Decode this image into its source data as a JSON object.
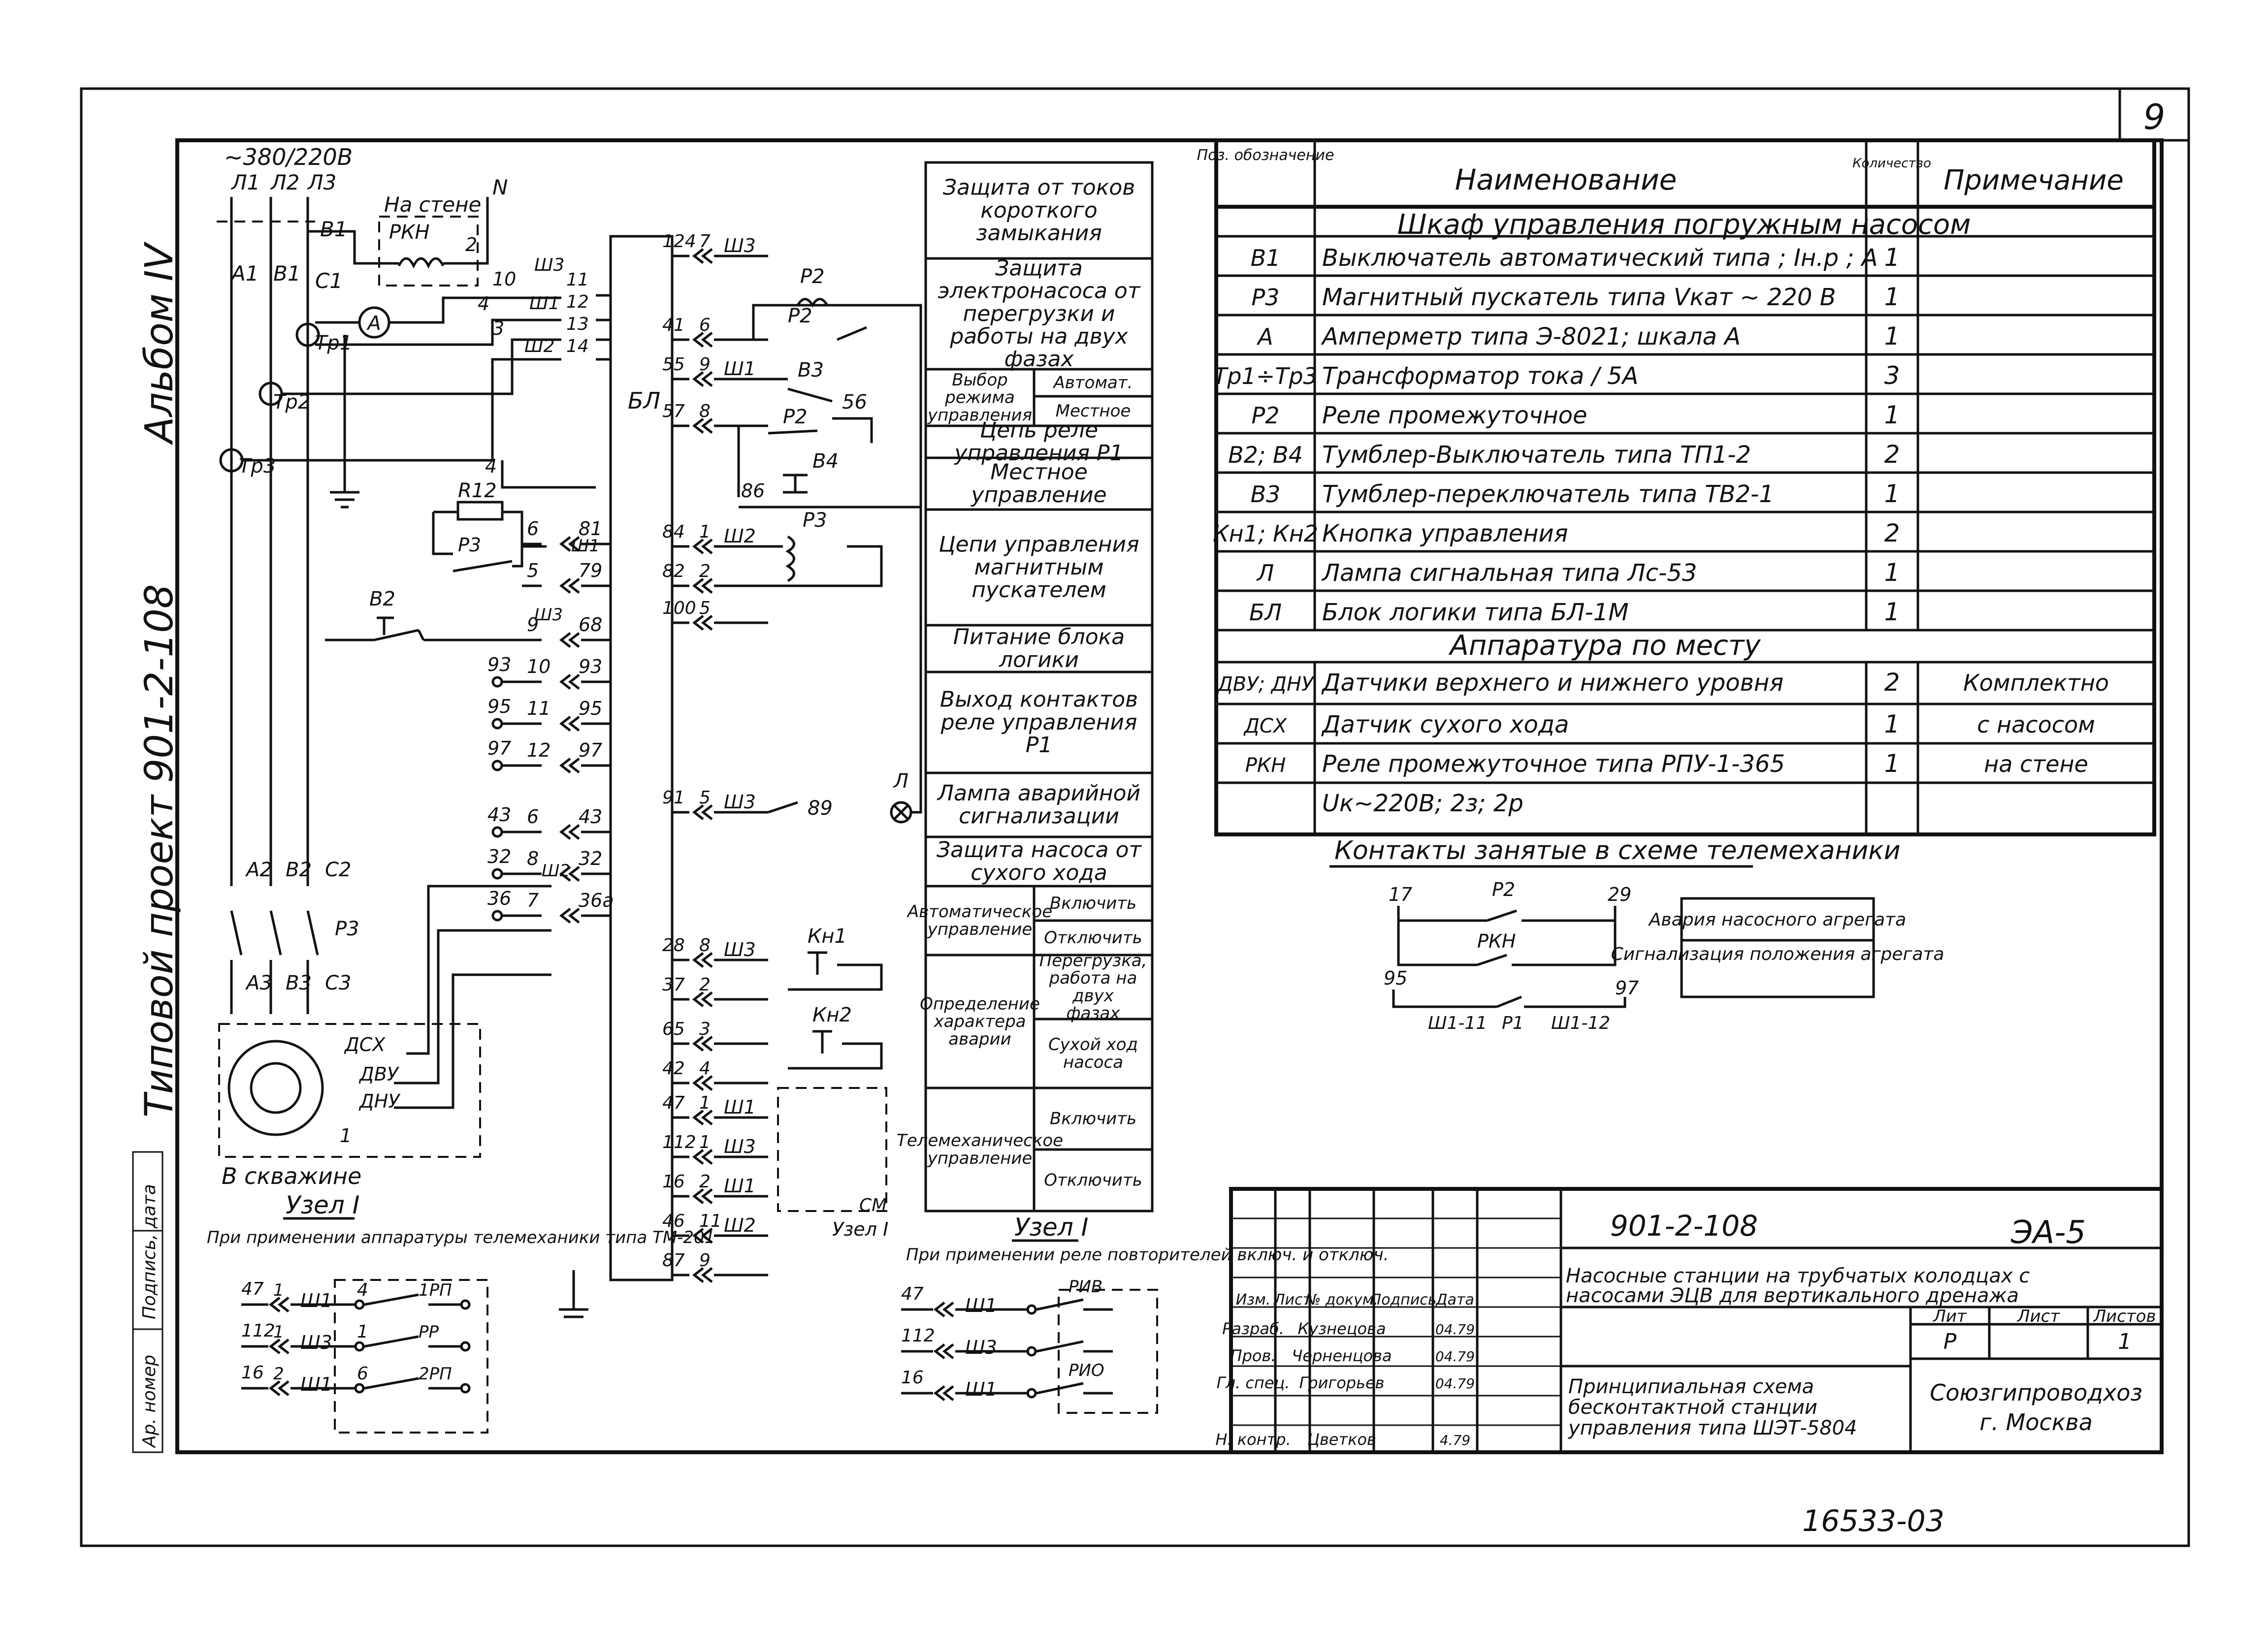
{
  "sheet_number": "9",
  "album_label": "Альбом IV",
  "project_label": "Типовой проект 901-2-108",
  "left_stamp_labels": [
    "Подпись, дата",
    "Ар. номер"
  ],
  "power": {
    "supply": "~380/220В",
    "phases": [
      "Л1",
      "Л2",
      "Л3"
    ],
    "breaker": "В1",
    "top_terminals": [
      "А1",
      "В1",
      "С1"
    ],
    "ct_labels": [
      "Тр1",
      "Тр2",
      "Тр3"
    ],
    "ammeter": "А",
    "rkn_box": "На стене",
    "rkn": "РКН",
    "n_label": "N",
    "lower_terminals": [
      "А2",
      "В2",
      "С2"
    ],
    "p3_label": "Р3",
    "motor_terminals": [
      "А3",
      "В3",
      "С3"
    ],
    "sensors": [
      "ДСХ",
      "ДВУ",
      "ДНУ"
    ],
    "well_label": "В скважине",
    "ground_num": "1"
  },
  "wires_left": {
    "nums": [
      "10",
      "4",
      "3",
      "4",
      "2",
      "14",
      "11",
      "12",
      "13",
      "14",
      "1",
      "81",
      "79",
      "68",
      "93",
      "95",
      "97",
      "43",
      "32",
      "36a"
    ],
    "r12": "R12",
    "b2": "В2",
    "connectors": [
      "Ш3",
      "Ш1",
      "Ш2",
      "Ш1",
      "Ш3",
      "Ш2"
    ],
    "rows": [
      {
        "l": "6",
        "r": "81"
      },
      {
        "l": "5",
        "r": "79"
      },
      {
        "l": "9",
        "r": "68"
      },
      {
        "l": "10",
        "a": "93",
        "r": "93"
      },
      {
        "l": "11",
        "a": "95",
        "r": "95"
      },
      {
        "l": "12",
        "a": "97",
        "r": "97"
      },
      {
        "l": "6",
        "a": "43",
        "r": "43"
      },
      {
        "l": "8",
        "a": "32",
        "r": "32"
      },
      {
        "l": "7",
        "a": "36",
        "r": "36a"
      }
    ],
    "p3_label": "Р3"
  },
  "bl_label": "БЛ",
  "right_wires": {
    "rows": [
      {
        "n": "124",
        "c": "7",
        "k": "Ш3"
      },
      {
        "n": "41",
        "c": "6"
      },
      {
        "n": "55",
        "c": "9",
        "k": "Ш1"
      },
      {
        "n": "57",
        "c": "8"
      },
      {
        "n": "84",
        "c": "1",
        "k": "Ш2"
      },
      {
        "n": "82",
        "c": "2"
      },
      {
        "n": "100",
        "c": "5"
      },
      {
        "n": "91",
        "c": "5",
        "k": "Ш3"
      },
      {
        "n": "28",
        "c": "8",
        "k": "Ш3"
      },
      {
        "n": "37",
        "c": "2"
      },
      {
        "n": "65",
        "c": "3"
      },
      {
        "n": "42",
        "c": "4"
      },
      {
        "n": "47",
        "c": "1",
        "k": "Ш1"
      },
      {
        "n": "112",
        "c": "1",
        "k": "Ш3"
      },
      {
        "n": "16",
        "c": "2",
        "k": "Ш1"
      },
      {
        "n": "46",
        "c": "11",
        "k": "Ш2"
      },
      {
        "n": "87",
        "c": "9"
      }
    ],
    "elements": [
      "Р2",
      "Р2",
      "В3",
      "56",
      "Р2",
      "В4",
      "86",
      "Р3",
      "89",
      "Л",
      "Кн1",
      "Кн2",
      "СМ",
      "Узел I"
    ]
  },
  "function_blocks": [
    "Защита от токов короткого замыкания",
    "Защита электронасоса от перегрузки и работы на двух фазах",
    "Выбор режима управления",
    "Автомат.",
    "Местное",
    "Цепь реле управления Р1",
    "Местное управление",
    "Цепи управления магнитным пускателем",
    "Питание блока логики",
    "Выход контактов реле управления Р1",
    "Лампа аварийной сигнализации",
    "Защита насоса от сухого хода",
    "Автоматическое управление",
    "Включить",
    "Отключить",
    "Определение характера аварии",
    "Перегрузка, работа на двух фазах",
    "Сухой ход насоса",
    "Телемеханическое управление",
    "Включить",
    "Отключить"
  ],
  "bom": {
    "headers": [
      "Поз. обозначение",
      "Наименование",
      "Количество",
      "Примечание"
    ],
    "section1": "Шкаф управления погружным насосом",
    "rows": [
      {
        "pos": "В1",
        "name": "Выключатель автоматический типа ; Iн.р ; А",
        "qty": "1",
        "note": ""
      },
      {
        "pos": "Р3",
        "name": "Магнитный пускатель типа Vкат ~ 220 В",
        "qty": "1",
        "note": ""
      },
      {
        "pos": "А",
        "name": "Амперметр типа Э-8021; шкала А",
        "qty": "1",
        "note": ""
      },
      {
        "pos": "Тр1÷Тр3",
        "name": "Трансформатор тока / 5А",
        "qty": "3",
        "note": ""
      },
      {
        "pos": "Р2",
        "name": "Реле промежуточное",
        "qty": "1",
        "note": ""
      },
      {
        "pos": "В2; В4",
        "name": "Тумблер-Выключатель типа ТП1-2",
        "qty": "2",
        "note": ""
      },
      {
        "pos": "В3",
        "name": "Тумблер-переключатель типа ТВ2-1",
        "qty": "1",
        "note": ""
      },
      {
        "pos": "Кн1; Кн2",
        "name": "Кнопка управления",
        "qty": "2",
        "note": ""
      },
      {
        "pos": "Л",
        "name": "Лампа сигнальная типа Лс-53",
        "qty": "1",
        "note": ""
      },
      {
        "pos": "БЛ",
        "name": "Блок логики типа БЛ-1М",
        "qty": "1",
        "note": ""
      }
    ],
    "section2": "Аппаратура по месту",
    "rows2": [
      {
        "pos": "ДВУ; ДНУ",
        "name": "Датчики верхнего и нижнего уровня",
        "qty": "2",
        "note": "Комплектно"
      },
      {
        "pos": "ДСХ",
        "name": "Датчик сухого хода",
        "qty": "1",
        "note": "с насосом"
      },
      {
        "pos": "РКН",
        "name": "Реле промежуточное типа РПУ-1-365",
        "qty": "1",
        "note": "на стене"
      },
      {
        "pos": "",
        "name": "Uк~220В; 2з; 2р",
        "qty": "",
        "note": ""
      }
    ]
  },
  "telemech": {
    "title": "Контакты занятые в схеме телемеханики",
    "nodes": [
      "17",
      "Р2",
      "29",
      "РКН",
      "95",
      "97",
      "Ш1-11",
      "Р1",
      "Ш1-12"
    ],
    "labels": [
      "Авария насосного агрегата",
      "Сигнализация положения агрегата"
    ]
  },
  "node1_left": {
    "title": "Узел I",
    "subtitle": "При применении аппаратуры телемеханики типа ТМ-201",
    "rows": [
      {
        "n": "47",
        "c": "1",
        "k": "Ш1",
        "t": "4",
        "r": "1РП"
      },
      {
        "n": "112",
        "c": "1",
        "k": "Ш3",
        "t": "1",
        "r": "РР"
      },
      {
        "n": "16",
        "c": "2",
        "k": "Ш1",
        "t": "6",
        "r": "2РП"
      }
    ]
  },
  "node1_mid": {
    "title": "Узел I",
    "subtitle": "При применении реле повторителей включ. и отключ.",
    "rows": [
      {
        "n": "47",
        "k": "Ш1",
        "r": "РИВ"
      },
      {
        "n": "112",
        "k": "Ш3",
        "r": ""
      },
      {
        "n": "16",
        "k": "Ш1",
        "r": "РИО"
      }
    ]
  },
  "title_block": {
    "doc_code": "901-2-108",
    "sheet_code": "ЭА-5",
    "title1": "Насосные станции на трубчатых колодцах с насосами ЭЦВ для вертикального дренажа",
    "col_headers": [
      "Изм.",
      "Лист",
      "№ докум.",
      "Подпись",
      "Дата"
    ],
    "staff": [
      {
        "role": "Разраб.",
        "name": "Кузнецова",
        "date": "04.79"
      },
      {
        "role": "Пров.",
        "name": "Черненцова",
        "date": "04.79"
      },
      {
        "role": "Гл. спец.",
        "name": "Григорьев",
        "date": "04.79"
      },
      {
        "role": "Н. контр.",
        "name": "Цветков",
        "date": "4.79"
      }
    ],
    "lit_headers": [
      "Лит",
      "Лист",
      "Листов"
    ],
    "lit_values": [
      "Р",
      "",
      "1"
    ],
    "title2": "Принципиальная схема бесконтактной станции управления типа ШЭТ-5804",
    "org": "Союзгипроводхоз г. Москва"
  },
  "bottom_number": "16533-03"
}
